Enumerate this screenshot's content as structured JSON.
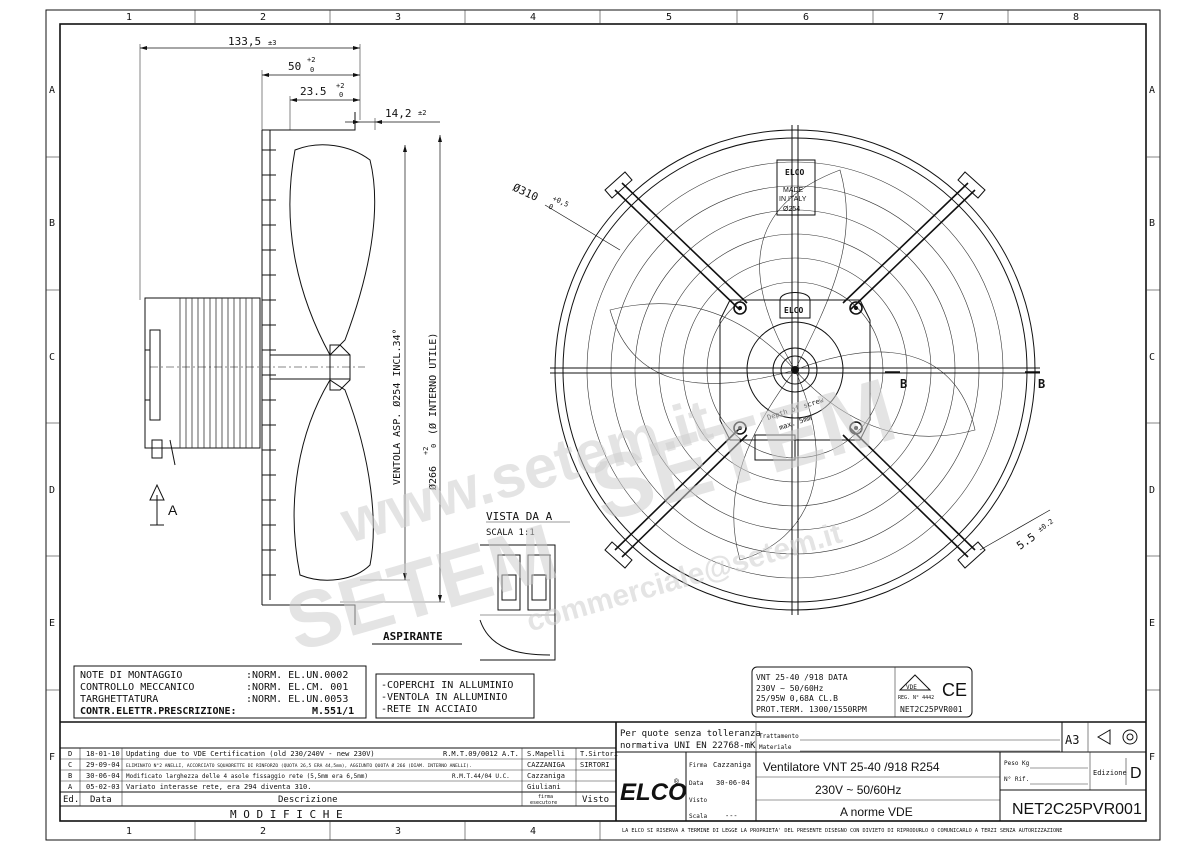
{
  "grid": {
    "columns": [
      "1",
      "2",
      "3",
      "4",
      "5",
      "6",
      "7",
      "8"
    ],
    "rows": [
      "A",
      "B",
      "C",
      "D",
      "E",
      "F"
    ]
  },
  "side_view": {
    "dim_overall": "133,5",
    "dim_overall_tol": "±3",
    "dim_50": "50",
    "dim_50_tol_up": "+2",
    "dim_50_tol_dn": "0",
    "dim_23": "23.5",
    "dim_23_tol_up": "+2",
    "dim_23_tol_dn": "0",
    "dim_14": "14,2",
    "dim_14_tol": "±2",
    "fan_label": "VENTOLA ASP. Ø254 INCL.34°",
    "inner_label": "Ø266",
    "inner_tol_up": "+2",
    "inner_tol_dn": "0",
    "inner_note": "(Ø INTERNO UTILE)",
    "arrow_a": "A",
    "aspirante": "ASPIRANTE"
  },
  "vista": {
    "title": "VISTA DA A",
    "scale": "SCALA 1:1"
  },
  "front_view": {
    "dia_label": "Ø310",
    "dia_tol_up": "+0,5",
    "dia_tol_dn": "0",
    "badge_made": "MADE",
    "badge_in": "IN ITALY",
    "badge_dia": "Ø254",
    "screw1": "Depth of screw",
    "screw2": "max. 5mm",
    "section_b": "B",
    "dim_55": "5.5",
    "dim_55_tol": "±0.2"
  },
  "watermark": {
    "url": "www.setem.it",
    "brand": "SETEM",
    "sub": "commerciale@setem.it"
  },
  "notes": {
    "rows": [
      {
        "label": "NOTE DI MONTAGGIO",
        "value": ":NORM. EL.UN.0002"
      },
      {
        "label": "CONTROLLO MECCANICO",
        "value": ":NORM. EL.CM. 001"
      },
      {
        "label": "TARGHETTATURA",
        "value": ":NORM. EL.UN.0053"
      },
      {
        "label": "CONTR.ELETTR.PRESCRIZIONE:",
        "value": "M.551/1"
      }
    ],
    "materials": [
      "-COPERCHI IN ALLUMINIO",
      "-VENTOLA IN ALLUMINIO",
      "-RETE IN ACCIAIO"
    ]
  },
  "rating_plate": {
    "line1": "VNT 25-40     /918     DATA",
    "line2": "230V  ~ 50/60Hz",
    "line3": "25/95W   0,68A   CL.B",
    "line4": "PROT.TERM.    1300/1550RPM",
    "reg": "REG. N°  4442",
    "vde": "VDE",
    "ce": "CE",
    "code": "NET2C25PVR001"
  },
  "revisions": {
    "rows": [
      {
        "ed": "D",
        "date": "18-01-10",
        "desc": "Updating due to VDE Certification (old 230/240V - new 230V)",
        "ref": "R.M.T.09/0012 A.T.",
        "exec": "S.Mapelli",
        "visto": "T.Sirtori"
      },
      {
        "ed": "C",
        "date": "29-09-04",
        "desc": "ELIMINATO N°2 ANELLI, ACCORCIATO SQUADRETTE DI RINFORZO (QUOTA 26,5 ERA 44,5mm), AGGIUNTO QUOTA Ø 266 (DIAM. INTERNO ANELLI).",
        "ref": "",
        "exec": "CAZZANIGA",
        "visto": "SIRTORI"
      },
      {
        "ed": "B",
        "date": "30-06-04",
        "desc": "Modificato larghezza delle 4 asole fissaggio rete (5,5mm era 6,5mm)",
        "ref": "R.M.T.44/04 U.C.",
        "exec": "Cazzaniga",
        "visto": ""
      },
      {
        "ed": "A",
        "date": "05-02-03",
        "desc": "Variato interasse rete, era 294 diventa 310.",
        "ref": "",
        "exec": "Giuliani",
        "visto": ""
      }
    ],
    "header": {
      "ed": "Ed.",
      "date": "Data",
      "desc": "Descrizione",
      "exec1": "firma",
      "exec2": "esecutore",
      "visto": "Visto"
    },
    "footer": "M O D I F I C H E"
  },
  "title_block": {
    "tolerance1": "Per quote senza tolleranza",
    "tolerance2": "normativa UNI EN 22768-mK",
    "trattamento": "Trattamento",
    "materiale": "Materiale",
    "format": "A3",
    "logo": "ELCO",
    "firma_label": "Firma",
    "firma": "Cazzaniga",
    "data_label": "Data",
    "data": "30-06-04",
    "visto_label": "Visto",
    "scala_label": "Scala",
    "scala": "---",
    "title": "Ventilatore VNT 25-40 /918 R254",
    "voltage": "230V  ~  50/60Hz",
    "norm": "A norme VDE",
    "peso": "Peso Kg",
    "rif": "N° Rif.",
    "edizione_label": "Edizione",
    "edizione": "D",
    "code": "NET2C25PVR001",
    "disclaimer": "LA ELCO SI RISERVA A TERMINE DI LEGGE LA PROPRIETA' DEL PRESENTE DISEGNO CON DIVIETO DI RIPRODURLO O COMUNICARLO A TERZI SENZA AUTORIZZAZIONE"
  }
}
